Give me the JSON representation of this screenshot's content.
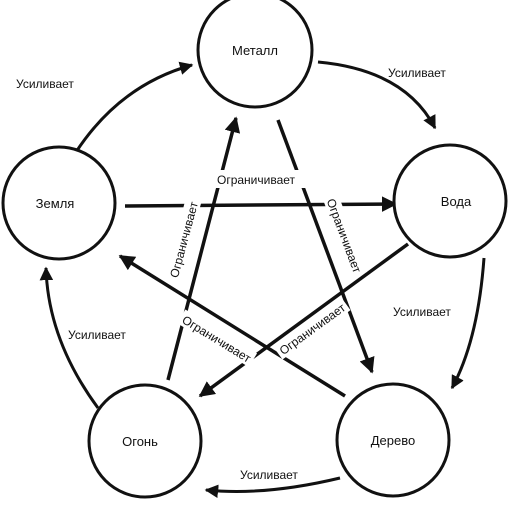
{
  "nodes": {
    "metal": "Металл",
    "water": "Вода",
    "wood": "Дерево",
    "fire": "Огонь",
    "earth": "Земля"
  },
  "generating_label": "Усиливает",
  "controlling_label": "Ограничивает",
  "colors": {
    "stroke": "#111111",
    "background": "#ffffff"
  }
}
